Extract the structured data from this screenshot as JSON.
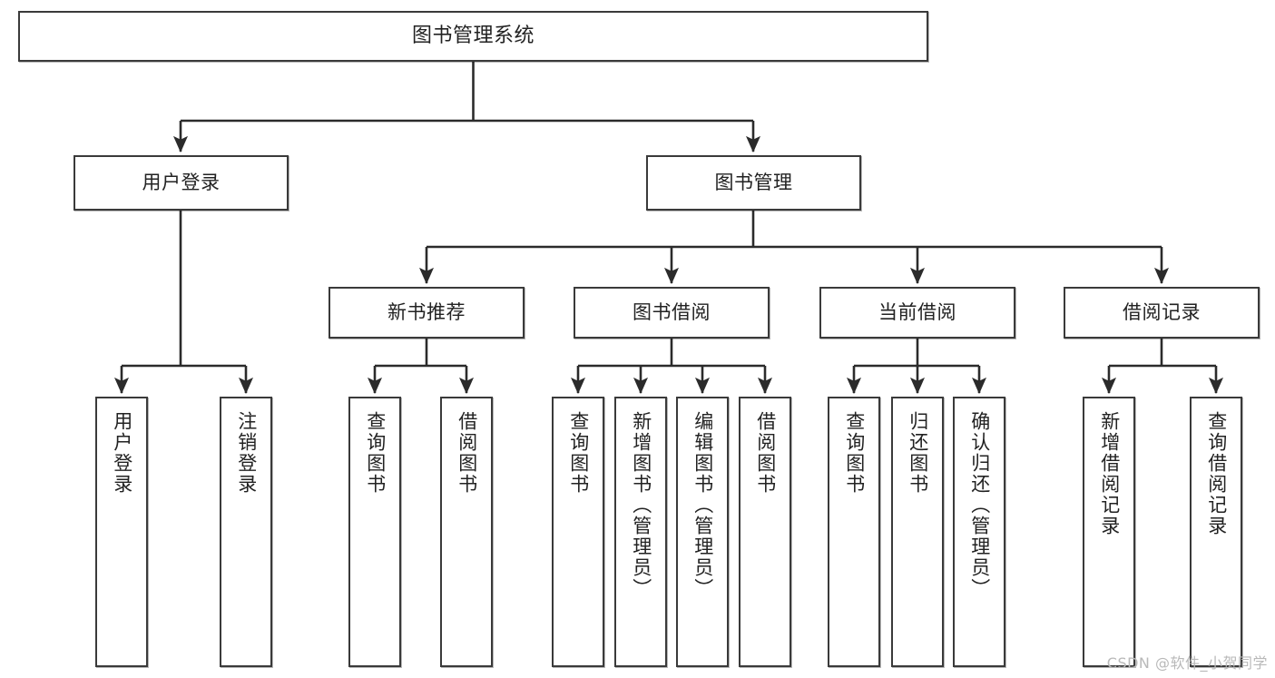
{
  "diagram": {
    "title": "图书管理系统",
    "type": "tree",
    "watermark": "CSDN @软件_小贺同学",
    "colors": {
      "box_border": "#3a3a3a",
      "box_fill": "#ffffff",
      "connector": "#2b2b2b",
      "text": "#222222",
      "watermark": "#b9b9b9",
      "background": "#ffffff"
    },
    "nodes": {
      "root": {
        "label": "图书管理系统"
      },
      "level2": [
        {
          "label": "用户登录"
        },
        {
          "label": "图书管理"
        }
      ],
      "level3": [
        {
          "label": "新书推荐"
        },
        {
          "label": "图书借阅"
        },
        {
          "label": "当前借阅"
        },
        {
          "label": "借阅记录"
        }
      ],
      "leaves": {
        "user_login": [
          {
            "label": "用户登录"
          },
          {
            "label": "注销登录"
          }
        ],
        "new_book_recommend": [
          {
            "label": "查询图书"
          },
          {
            "label": "借阅图书"
          }
        ],
        "book_borrow": [
          {
            "label": "查询图书"
          },
          {
            "label": "新增图书（管理员）"
          },
          {
            "label": "编辑图书（管理员）"
          },
          {
            "label": "借阅图书"
          }
        ],
        "current_borrow": [
          {
            "label": "查询图书"
          },
          {
            "label": "归还图书"
          },
          {
            "label": "确认归还（管理员）"
          }
        ],
        "borrow_records": [
          {
            "label": "新增借阅记录"
          },
          {
            "label": "查询借阅记录"
          }
        ]
      }
    }
  }
}
